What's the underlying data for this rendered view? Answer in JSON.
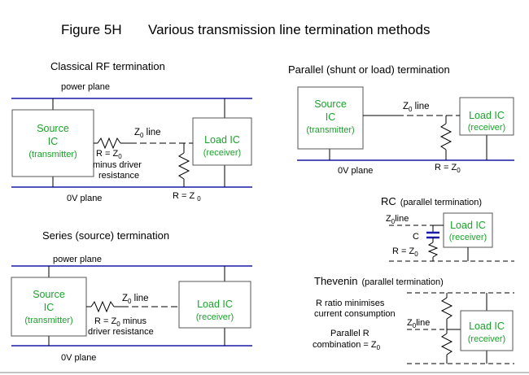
{
  "figure": {
    "number": "Figure 5H",
    "title": "Various transmission line termination methods"
  },
  "colors": {
    "rail": "#1a1aa8",
    "ic_text": "#1aa32a",
    "wire": "#000000",
    "box_border": "#555555"
  },
  "classical": {
    "title": "Classical RF termination",
    "power_label": "power plane",
    "ground_label": "0V plane",
    "source": [
      "Source",
      "IC",
      "(transmitter)"
    ],
    "load": [
      "Load IC",
      "(receiver)"
    ],
    "line_label": "Z",
    "line_sub": "0",
    "line_suffix": " line",
    "series_r": [
      "R = Z",
      "0",
      "minus driver",
      "resistance"
    ],
    "shunt_r": [
      "R = Z ",
      "0"
    ]
  },
  "series": {
    "title": "Series (source) termination",
    "power_label": "power plane",
    "ground_label": "0V plane",
    "source": [
      "Source",
      "IC",
      "(transmitter)"
    ],
    "load": [
      "Load IC",
      "(receiver)"
    ],
    "line_label": "Z",
    "line_sub": "0",
    "line_suffix": " line",
    "series_r": [
      "R = Z",
      "0",
      " minus",
      "driver resistance"
    ]
  },
  "parallel": {
    "title": "Parallel (shunt or load) termination",
    "ground_label": "0V plane",
    "source": [
      "Source",
      "IC",
      "(transmitter)"
    ],
    "load": [
      "Load IC",
      "(receiver)"
    ],
    "line_label": "Z",
    "line_sub": "0",
    "line_suffix": " line",
    "shunt_r": [
      "R = Z",
      "0"
    ]
  },
  "rc": {
    "title": "RC",
    "title_note": "(parallel termination)",
    "line_label": "Z",
    "line_sub": "0",
    "line_suffix": "line",
    "cap_label": "C",
    "r_label": [
      "R = Z",
      "0"
    ],
    "load": [
      "Load IC",
      "(receiver)"
    ]
  },
  "thevenin": {
    "title": "Thevenin",
    "title_note": "(parallel termination)",
    "note1": [
      "R ratio minimises",
      "current consumption"
    ],
    "note2": [
      "Parallel R",
      "combination = Z",
      "0"
    ],
    "line_label": "Z",
    "line_sub": "0",
    "line_suffix": "line",
    "load": [
      "Load IC",
      "(receiver)"
    ]
  }
}
